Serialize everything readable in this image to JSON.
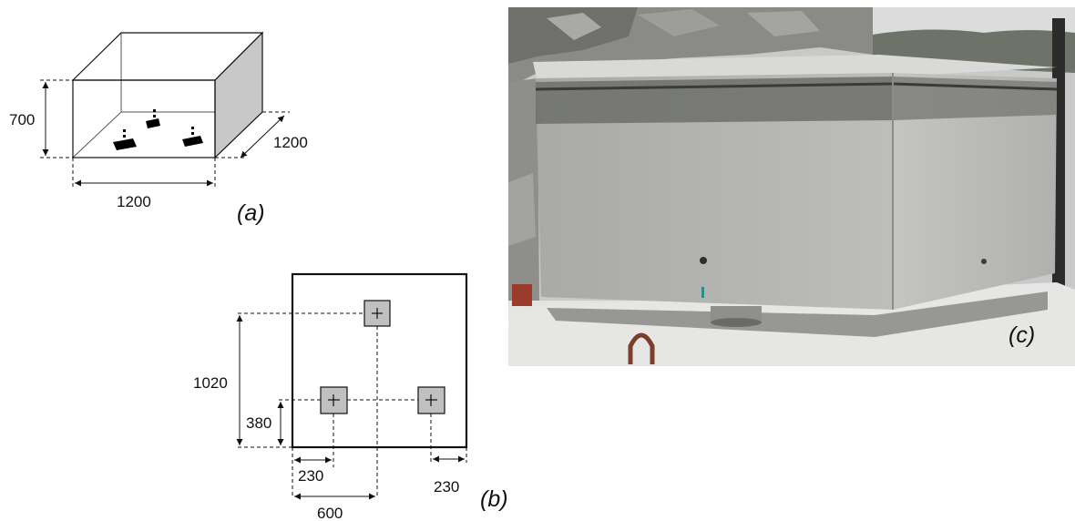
{
  "panels": {
    "a": {
      "label": "(a)",
      "dims": {
        "height": "700",
        "depth": "1200",
        "width": "1200"
      }
    },
    "b": {
      "label": "(b)",
      "dims": {
        "vertical_far": "1020",
        "vertical_near": "380",
        "left_offset": "230",
        "right_offset": "230",
        "center_offset": "600"
      }
    },
    "c": {
      "label": "(c)"
    }
  },
  "colors": {
    "ink": "#111111",
    "shade": "#c8c8c8",
    "pad": "#c0c0c0",
    "concrete": "#b9b9b6",
    "sky": "#c9c9c9"
  }
}
